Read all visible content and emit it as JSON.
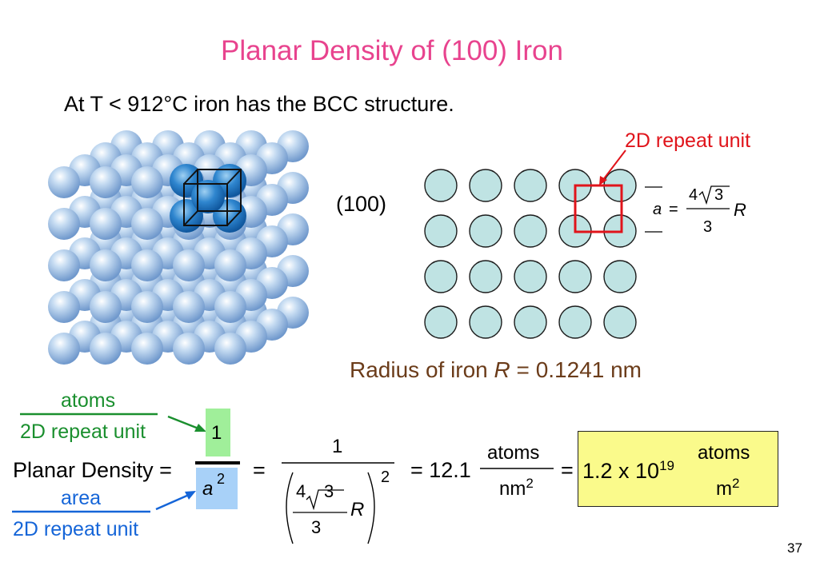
{
  "slide": {
    "title": "Planar Density of (100) Iron",
    "subtitle": "At T < 912°C iron has the BCC structure.",
    "page_number": "37"
  },
  "plane": {
    "label": "(100)",
    "callout": "2D repeat unit"
  },
  "lattice_param": {
    "a": "a",
    "equals": "=",
    "numerator": "4",
    "root": "3",
    "denominator": "3",
    "R": "R"
  },
  "radius": {
    "prefix": "Radius of iron ",
    "symbol": "R",
    "suffix": " = 0.1241 nm"
  },
  "formula": {
    "label": "Planar Density =",
    "top_label_1": "atoms",
    "top_label_2": "2D repeat unit",
    "bottom_label_1": "area",
    "bottom_label_2": "2D repeat unit",
    "numerator": "1",
    "denom_var": "a",
    "denom_exp": "2",
    "eq1": "=",
    "frac_num": "1",
    "inner_num": "4",
    "inner_root": "3",
    "inner_den": "3",
    "inner_R": "R",
    "outer_exp": "2",
    "eq2": "= 12.1",
    "unit_num": "atoms",
    "unit_den": "nm",
    "unit_den_exp": "2",
    "eq3": "=",
    "result": "1.2 x 10",
    "result_exp": "19",
    "result_unit_num": "atoms",
    "result_unit_den": "m",
    "result_unit_den_exp": "2"
  },
  "colors": {
    "title": "#e8438e",
    "callout": "#e0141b",
    "radius_text": "#6b3c1a",
    "green_label": "#1a8f2e",
    "blue_label": "#1565d8",
    "atom_disc": "#bfe3e3",
    "repeat_box": "#e0141b",
    "highlight_numerator": "#a0ef9a",
    "highlight_denominator": "#a8d1f8",
    "result_box": "#fafa8b"
  },
  "icons": {
    "crystal": "bcc-crystal-illustration",
    "arrow": "pointer-arrow"
  }
}
